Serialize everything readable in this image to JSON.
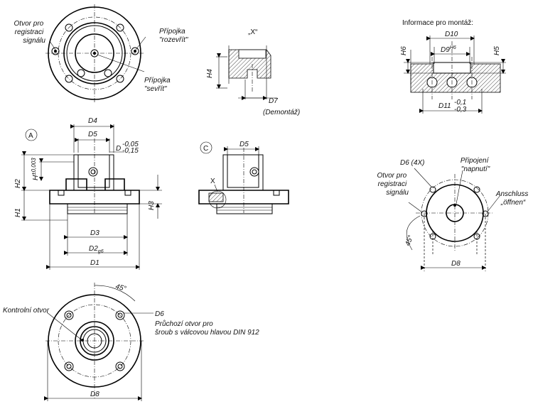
{
  "labels": {
    "top_signal_holes": [
      "Otvor pro",
      "registraci",
      "signálu"
    ],
    "top_port_open": [
      "Přípojka",
      "\"rozevřít\""
    ],
    "top_port_close": [
      "Přípojka",
      "\"sevřít\""
    ],
    "detail_x_title": "„X“",
    "dim_h4": "H4",
    "dim_d7": "D7",
    "demontaz": "(Demontáž)",
    "mount_title": "Informace pro montáž:",
    "dim_d10": "D10",
    "dim_d9": "D9",
    "dim_d9_tol": "H6",
    "dim_h6": "H6",
    "dim_h5": "H5",
    "dim_d11": "D11",
    "dim_d11_tol_up": "-0,1",
    "dim_d11_tol_low": "-0,3",
    "view_a": "A",
    "view_c": "C",
    "dim_d4": "D4",
    "dim_d5": "D5",
    "dim_d": "D",
    "dim_d_tol_up": "-0,05",
    "dim_d_tol_low": "-0,15",
    "dim_h": "H",
    "dim_h_tol": "±0,003",
    "dim_h1": "H1",
    "dim_h2": "H2",
    "dim_h3": "H3",
    "dim_d3": "D3",
    "dim_d2": "D2",
    "dim_d2_tol": "g6",
    "dim_d1": "D1",
    "dim_c_d5": "D5",
    "detail_x_marker": "X",
    "right_d6": "D6 (4X)",
    "right_signal_holes": [
      "Otvor pro",
      "registraci",
      "signálu"
    ],
    "right_connect": [
      "Připojení",
      "\"napnutí\""
    ],
    "right_open": [
      "Anschluss",
      "„öffnen“"
    ],
    "right_angle": "45°",
    "right_d8": "D8",
    "bottom_angle": "45°",
    "bottom_control": "Kontrolní otvor",
    "bottom_d6": "D6",
    "bottom_through": [
      "Průchozí otvor pro",
      "šroub s válcovou hlavou DIN 912"
    ],
    "bottom_d8": "D8"
  }
}
